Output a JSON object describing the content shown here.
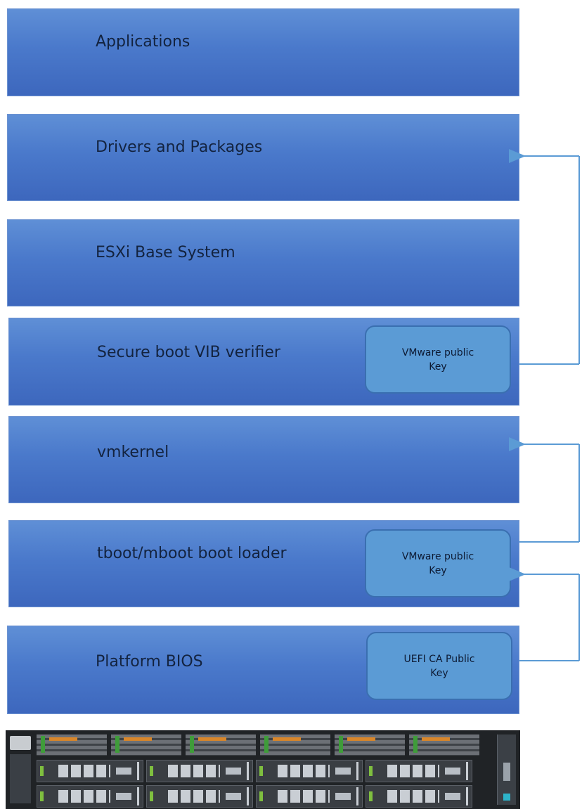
{
  "layers": [
    {
      "id": "applications",
      "label": "Applications"
    },
    {
      "id": "drivers-and-packages",
      "label": "Drivers and Packages"
    },
    {
      "id": "esxi-base-system",
      "label": "ESXi Base System"
    },
    {
      "id": "secure-boot-vib-verifier",
      "label": "Secure boot VIB verifier",
      "key": "VMware public\nKey"
    },
    {
      "id": "vmkernel",
      "label": "vmkernel"
    },
    {
      "id": "tboot-mboot-boot-loader",
      "label": "tboot/mboot boot loader",
      "key": "VMware public\nKey"
    },
    {
      "id": "platform-bios",
      "label": "Platform BIOS",
      "key": "UEFI CA Public\nKey"
    }
  ],
  "colors": {
    "layer_fill": "#4a79cb",
    "key_fill": "#5b9bd5",
    "arrow": "#5b9bd5",
    "text": "#13233f"
  },
  "server_image": {
    "icon": "rack-server-image"
  }
}
